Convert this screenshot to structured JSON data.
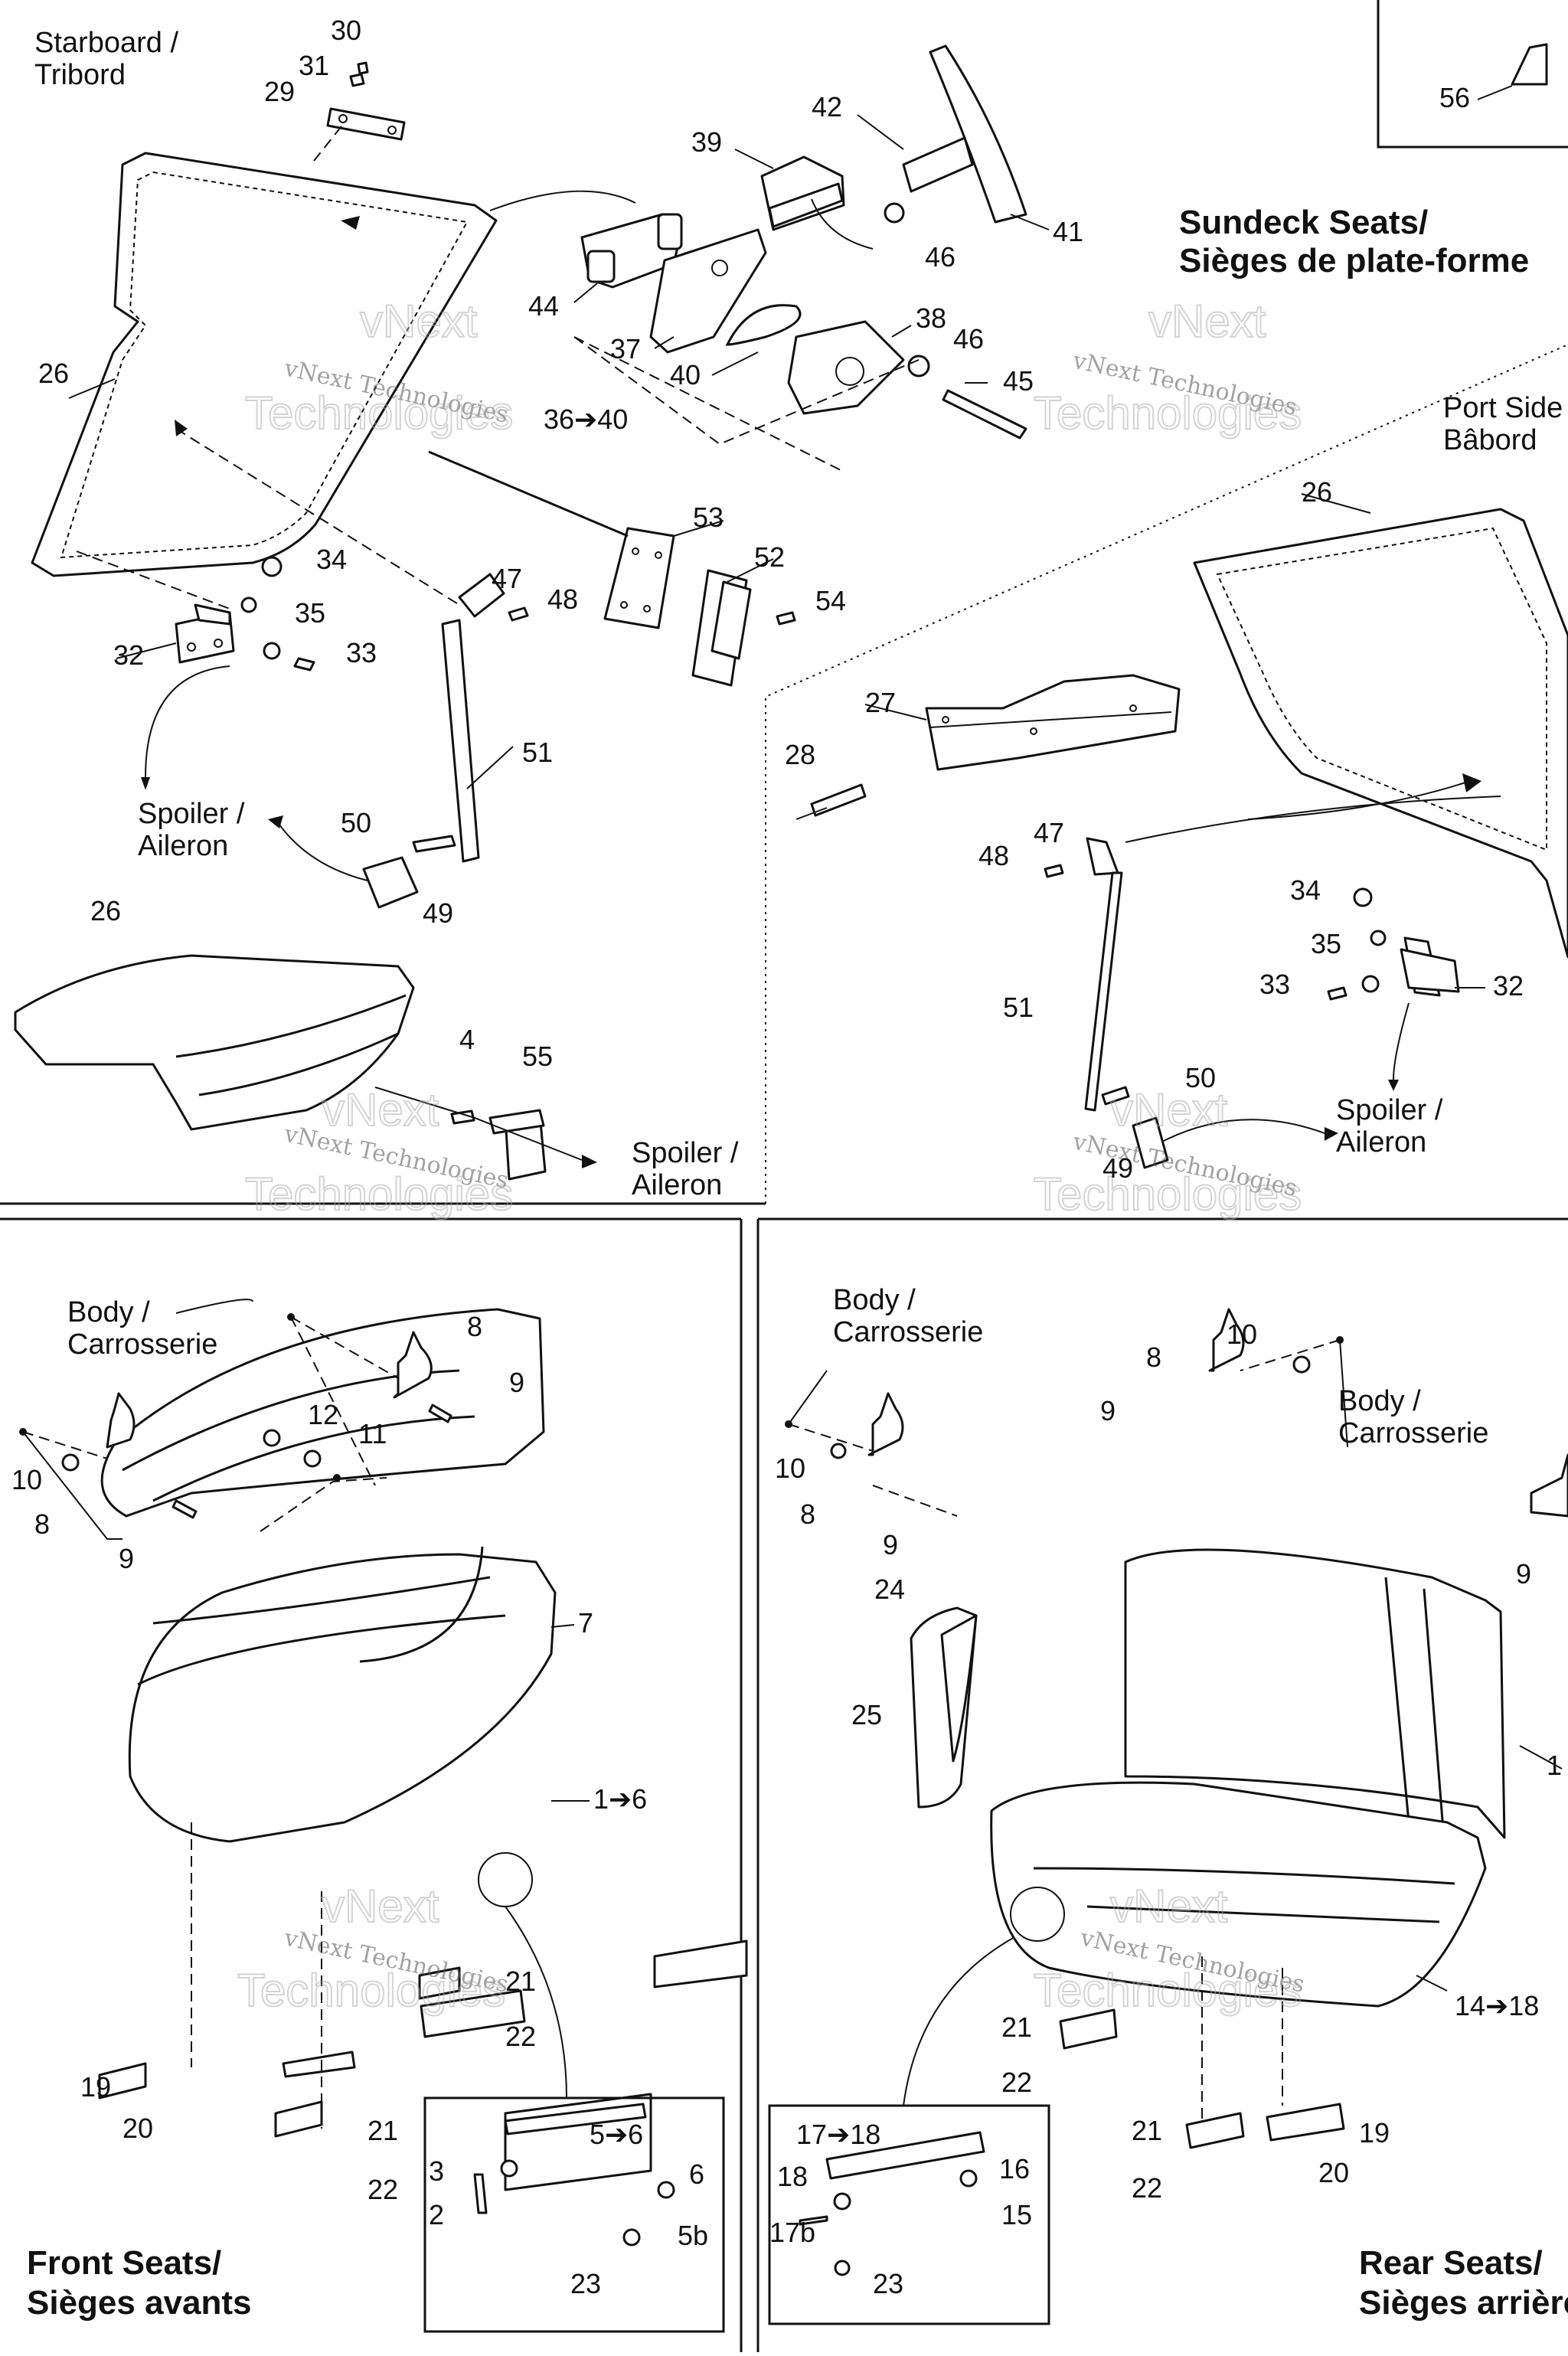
{
  "titles": {
    "sundeck_line1": "Sundeck Seats/",
    "sundeck_line2": "Sièges de plate-forme",
    "front_line1": "Front Seats/",
    "front_line2": "Sièges avants",
    "rear_line1": "Rear Seats/",
    "rear_line2": "Sièges arrière"
  },
  "captions": {
    "starboard_1": "Starboard /",
    "starboard_2": "Tribord",
    "port_1": "Port Side",
    "port_2": "Bâbord",
    "spoiler_1": "Spoiler /",
    "spoiler_2": "Aileron",
    "body_1": "Body /",
    "body_2": "Carrosserie"
  },
  "watermark": {
    "line1": "vNext Technologies",
    "line2": "vNext",
    "line3": "Technologies"
  },
  "callouts": {
    "c1_6": "1➔6",
    "c2": "2",
    "c3": "3",
    "c4": "4",
    "c5_6": "5➔6",
    "c5b": "5b",
    "c6": "6",
    "c7": "7",
    "c8": "8",
    "c9": "9",
    "c10": "10",
    "c11": "11",
    "c12": "12",
    "c14_18": "14➔18",
    "c15": "15",
    "c16": "16",
    "c17_18": "17➔18",
    "c17b": "17b",
    "c18": "18",
    "c19": "19",
    "c20": "20",
    "c21": "21",
    "c22": "22",
    "c23": "23",
    "c24": "24",
    "c25": "25",
    "c26": "26",
    "c27": "27",
    "c28": "28",
    "c29": "29",
    "c30": "30",
    "c31": "31",
    "c32": "32",
    "c33": "33",
    "c34": "34",
    "c35": "35",
    "c36_40": "36➔40",
    "c37": "37",
    "c38": "38",
    "c39": "39",
    "c40": "40",
    "c41": "41",
    "c42": "42",
    "c44": "44",
    "c45": "45",
    "c46": "46",
    "c47": "47",
    "c48": "48",
    "c49": "49",
    "c50": "50",
    "c51": "51",
    "c52": "52",
    "c53": "53",
    "c54": "54",
    "c55": "55",
    "c56": "56",
    "c1": "1"
  },
  "colors": {
    "ink": "#111111",
    "paper": "#ffffff",
    "watermark": "#999999"
  }
}
